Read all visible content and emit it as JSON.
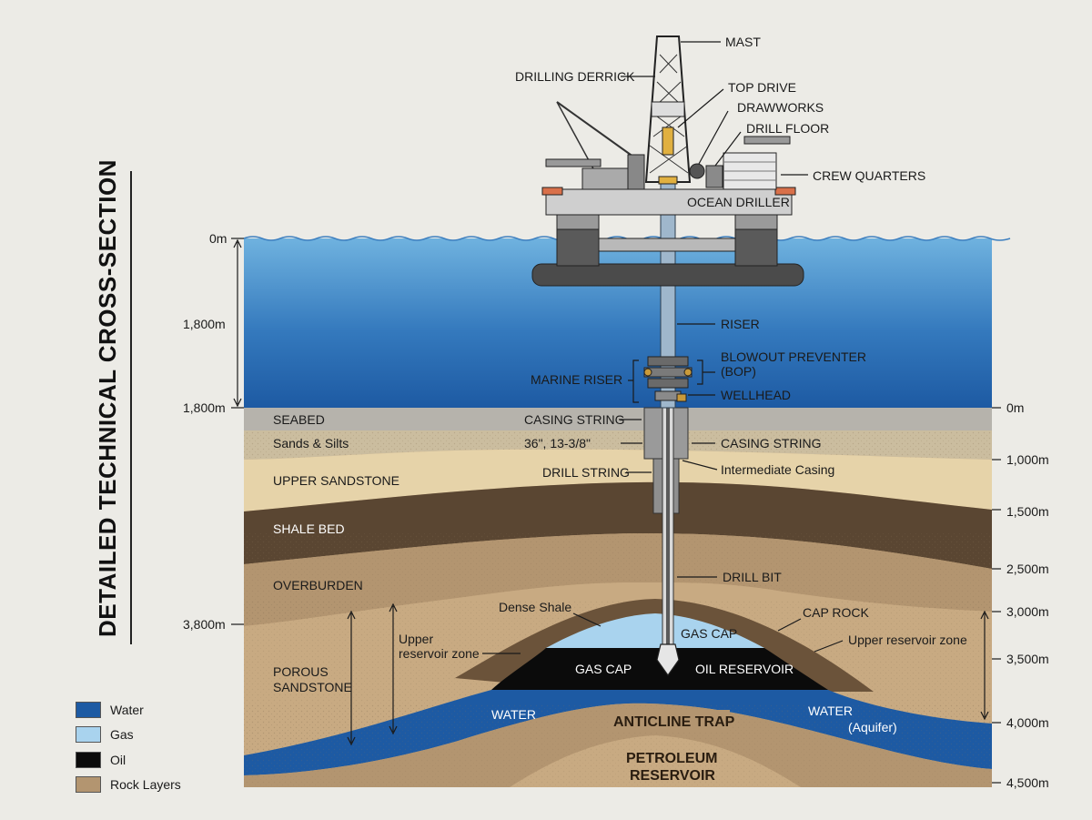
{
  "title": "DETAILED TECHNICAL CROSS-SECTION",
  "rig": {
    "name": "OCEAN DRILLER",
    "labels": {
      "mast": "MAST",
      "derrick": "DRILLING DERRICK",
      "top_drive": "TOP DRIVE",
      "drawworks": "DRAWWORKS",
      "drill_floor": "DRILL FLOOR",
      "crew_quarters": "CREW QUARTERS"
    }
  },
  "subsea": {
    "riser": "RISER",
    "bop_line1": "BLOWOUT PREVENTER",
    "bop_line2": "(BOP)",
    "marine_riser": "MARINE RISER",
    "wellhead": "WELLHEAD"
  },
  "well": {
    "casing_string_left": "CASING STRING",
    "casing_size": "36\", 13-3/8\"",
    "casing_string_right": "CASING STRING",
    "drill_string": "DRILL STRING",
    "intermediate_casing": "Intermediate Casing",
    "drill_bit": "DRILL BIT"
  },
  "layers": {
    "seabed": "SEABED",
    "sands_silts": "Sands & Silts",
    "upper_sandstone": "UPPER SANDSTONE",
    "shale_bed": "SHALE BED",
    "overburden": "OVERBURDEN",
    "porous_sandstone_1": "POROUS",
    "porous_sandstone_2": "SANDSTONE"
  },
  "reservoir": {
    "dense_shale": "Dense Shale",
    "cap_rock": "CAP ROCK",
    "upper_zone_left_1": "Upper",
    "upper_zone_left_2": "reservoir zone",
    "upper_zone_right": "Upper reservoir zone",
    "gas_cap_top": "GAS CAP",
    "gas_cap_left": "GAS CAP",
    "oil_reservoir": "OIL RESERVOIR",
    "water_left": "WATER",
    "water_right": "WATER",
    "aquifer": "(Aquifer)",
    "anticline_trap": "ANTICLINE TRAP",
    "petroleum_1": "PETROLEUM",
    "petroleum_2": "RESERVOIR"
  },
  "depth_left": [
    "0m",
    "1,800m",
    "1,800m",
    "3,800m"
  ],
  "depth_right": [
    "0m",
    "1,000m",
    "1,500m",
    "2,500m",
    "3,000m",
    "3,500m",
    "4,000m",
    "4,500m"
  ],
  "legend": [
    {
      "label": "Water",
      "color": "#1d5aa3"
    },
    {
      "label": "Gas",
      "color": "#a9d3ee"
    },
    {
      "label": "Oil",
      "color": "#0b0b0b"
    },
    {
      "label": "Rock Layers",
      "color": "#b39570"
    }
  ],
  "colors": {
    "water_deep": "#1d5aa3",
    "water_light": "#6fb2df",
    "gas": "#a9d3ee",
    "oil": "#0b0b0b",
    "seabed": "#b6b3ac",
    "sands": "#cbbd9f",
    "upper_sandstone": "#e6d3a9",
    "shale": "#5a4632",
    "overburden": "#b39570",
    "porous": "#c8aa82",
    "dense_shale": "#6b533a"
  }
}
